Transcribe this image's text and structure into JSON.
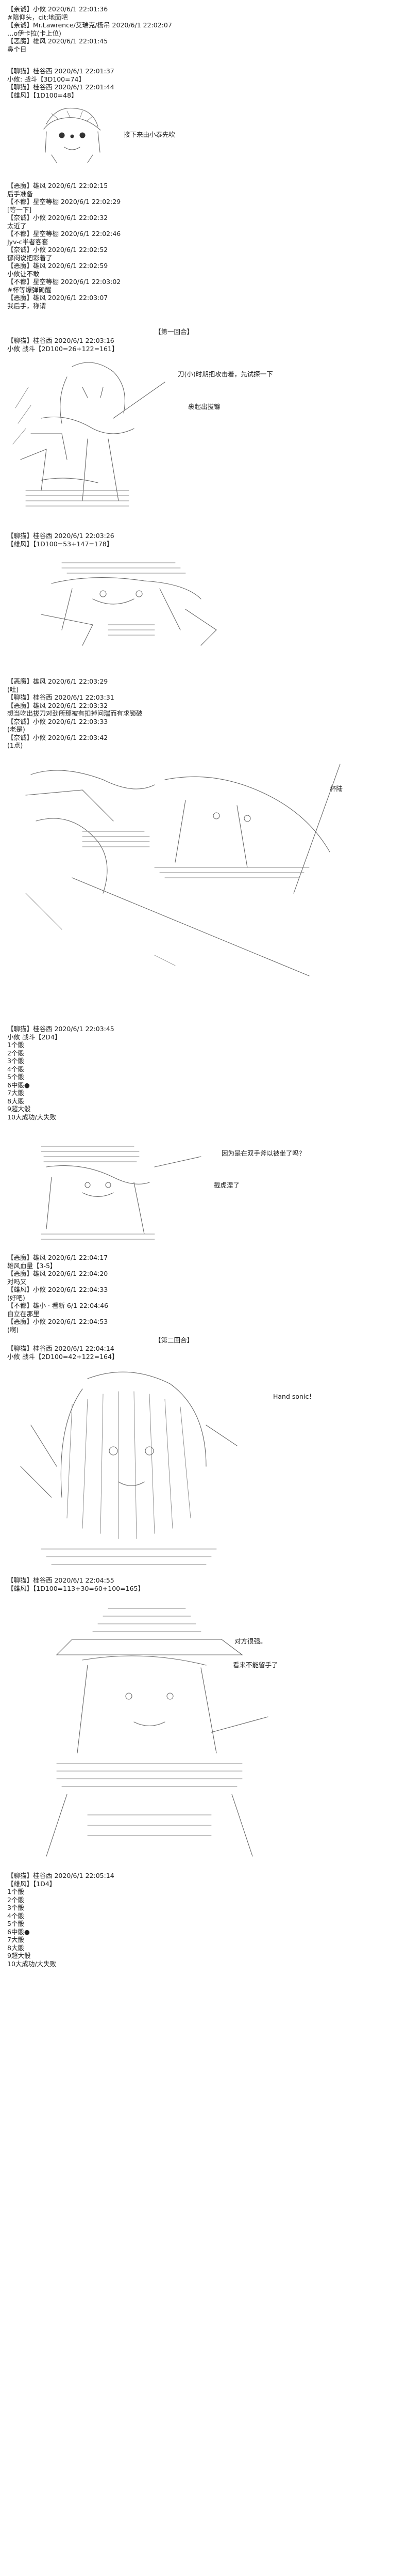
{
  "colors": {
    "text": "#222222",
    "art": "#666666",
    "background": "#ffffff"
  },
  "post1": {
    "lines": [
      "【奈诚】小攸 2020/6/1 22:01:36",
      "#陪仰头，cit:地面吧",
      "【奈诚】Mr.Lawrence/艾瑞克/杨吊 2020/6/1 22:02:07",
      "…o伊卡拉(卡上位)",
      "【恶魔】雄风 2020/6/1 22:01:45",
      "鼻个日"
    ]
  },
  "post2": {
    "lines": [
      "【聊猫】桂谷西 2020/6/1 22:01:37",
      "小攸: 战斗【3D100=74】",
      "【聊猫】桂谷西 2020/6/1 22:01:44",
      "【雄风】【1D100=48】"
    ],
    "speech": "接下来由小泰先吹"
  },
  "post3": {
    "lines": [
      "【恶魔】雄风 2020/6/1 22:02:15",
      "后手准备",
      "【不都】星空等棚 2020/6/1 22:02:29",
      "[等一下]",
      "【奈诚】小攸 2020/6/1 22:02:32",
      "太近了",
      "【不都】星空等棚 2020/6/1 22:02:46",
      "Jyv-c半者客套",
      "【奈诚】小攸 2020/6/1 22:02:52",
      "郁闷说把彩着了",
      "【恶魔】雄风 2020/6/1 22:02:59",
      "小攸让不敢",
      "【不都】星空等棚 2020/6/1 22:03:02",
      "#杯等爆弹确醒",
      "【恶魔】雄风 2020/6/1 22:03:07",
      "我后手，称谓"
    ]
  },
  "round1": {
    "title": "【第一回合】",
    "lines": [
      "【聊猫】桂谷西 2020/6/1 22:03:16",
      "小攸 战斗【2D100=26+122=161】"
    ],
    "speech1": "刀(小)时期把攻击着，先试探一下",
    "speech2": "裹起出拔镰"
  },
  "post5": {
    "lines": [
      "【聊猫】桂谷西 2020/6/1 22:03:26",
      "【雄风】【1D100=53+147=178】"
    ]
  },
  "post6": {
    "lines": [
      "【恶魔】雄风 2020/6/1 22:03:29",
      "(吐)",
      "【聊猫】桂谷西 2020/6/1 22:03:31",
      "【恶魔】雄风 2020/6/1 22:03:32",
      "想当吃出拔刀对劲所那被有扣掉问瑞而有求锁破",
      "【奈诚】小攸 2020/6/1 22:03:33",
      "(老是)",
      "【奈诚】小攸 2020/6/1 22:03:42",
      "(1点)"
    ],
    "speech": "杯陆"
  },
  "post7": {
    "lines": [
      "【聊猫】桂谷西 2020/6/1 22:03:45",
      "小攸 战斗【2D4】",
      "1个骰",
      "2个骰",
      "3个骰",
      "4个骰",
      "5个骰",
      "6中骰●",
      "7大骰",
      "8大骰",
      "9超大骰",
      "10大成功/大失败"
    ],
    "speech1": "因为是在双手斧以被坐了吗？",
    "speech2": "截虎涅了"
  },
  "post8": {
    "lines": [
      "【恶魔】雄风 2020/6/1 22:04:17",
      "雄风血量【3-5】",
      "【恶魔】雄风 2020/6/1 22:04:20",
      "对吗又",
      "【雄风】小攸 2020/6/1 22:04:33",
      "(好吧)",
      "【不都】雄小 · 看新 6/1 22:04:46",
      "白立在那里",
      "【恶魔】小攸 2020/6/1 22:04:53",
      "(啊)"
    ]
  },
  "round2": {
    "title": "【第二回合】",
    "lines": [
      "【聊猫】桂谷西 2020/6/1 22:04:14",
      "小攸 战斗【2D100=42+122=164】"
    ],
    "speech": "Hand sonic！"
  },
  "post10": {
    "lines": [
      "【聊猫】桂谷西 2020/6/1 22:04:55",
      "【雄风】【1D100=113+30=60+100=165】"
    ],
    "speech1": "对方很强。",
    "speech2": "看来不能留手了"
  },
  "post11": {
    "lines": [
      "【聊猫】桂谷西 2020/6/1 22:05:14",
      "【雄风】【1D4】",
      "1个骰",
      "2个骰",
      "3个骰",
      "4个骰",
      "5个骰",
      "6中骰●",
      "7大骰",
      "8大骰",
      "9超大骰",
      "10大成功/大失败"
    ]
  }
}
